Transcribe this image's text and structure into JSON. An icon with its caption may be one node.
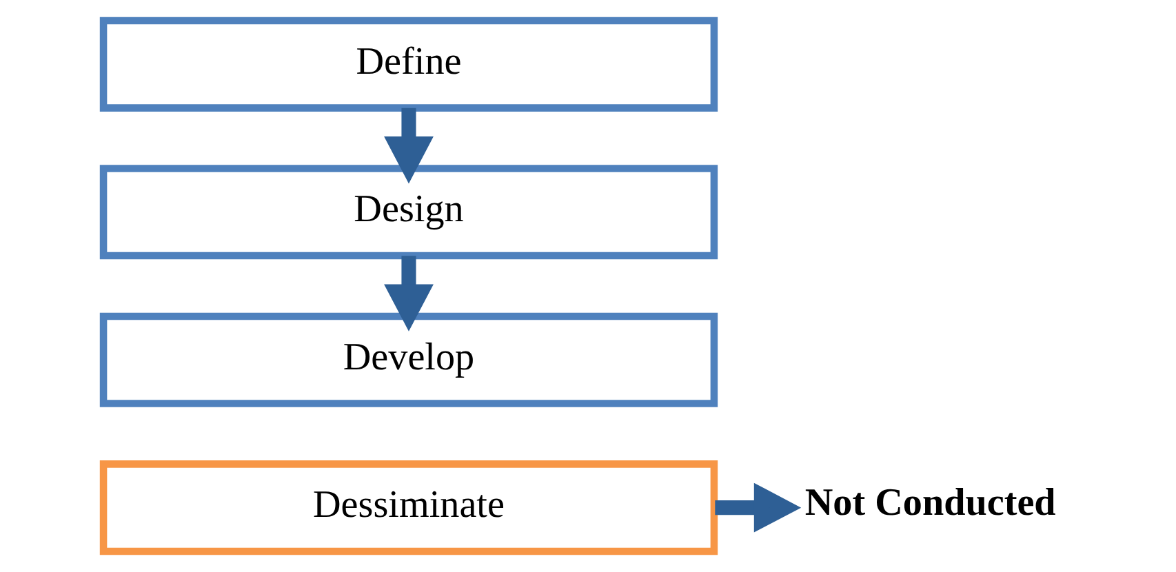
{
  "diagram": {
    "nodes": [
      {
        "text": [
          "Define"
        ]
      },
      {
        "text": [
          "Design"
        ]
      },
      {
        "text": [
          "Develop"
        ]
      },
      {
        "text": [
          "Dessiminate"
        ]
      },
      {
        "text": [
          "Not Conducted"
        ]
      }
    ],
    "edges": [
      {
        "from": 0,
        "to": 1,
        "arrow": "to"
      },
      {
        "from": 1,
        "to": 2,
        "arrow": "to"
      },
      {
        "from": 3,
        "to": 4,
        "arrow": "to"
      }
    ]
  }
}
